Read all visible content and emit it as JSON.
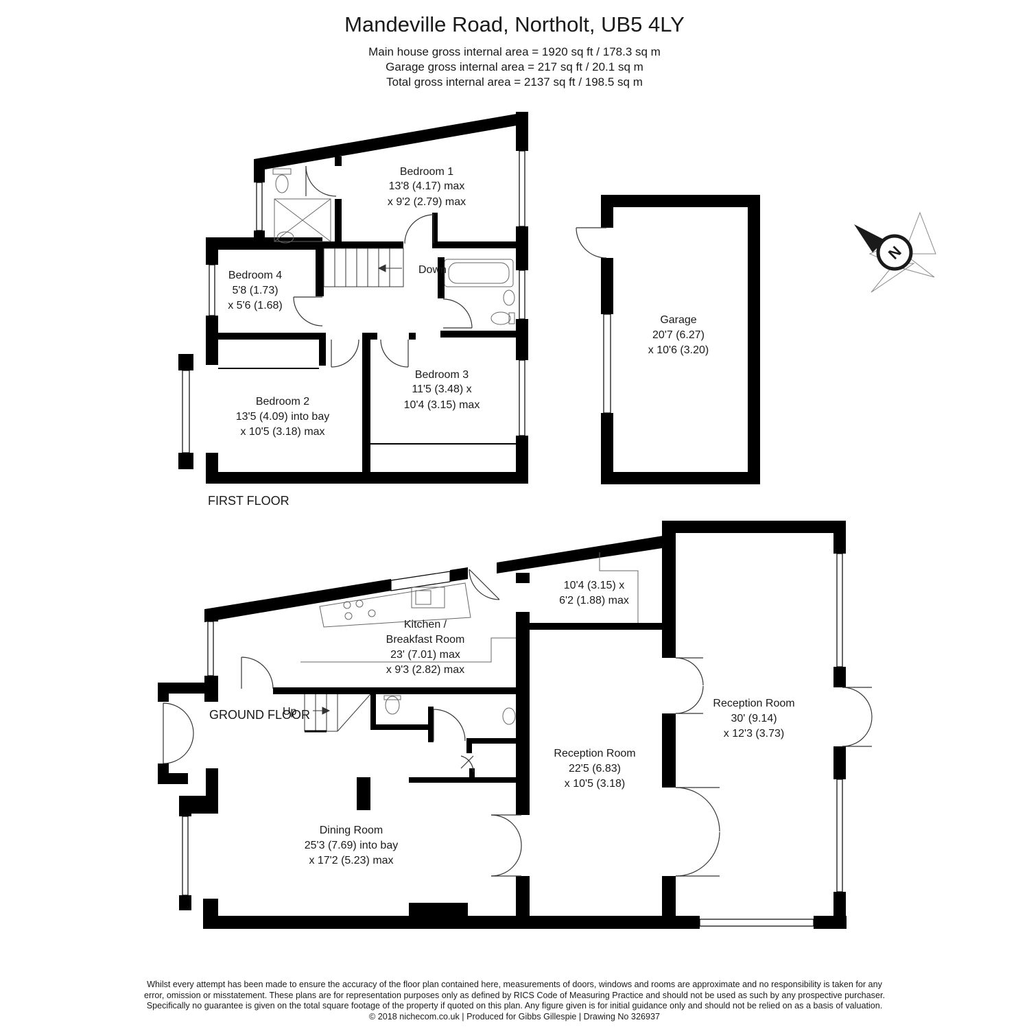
{
  "header": {
    "title": "Mandeville Road, Northolt, UB5 4LY",
    "main_house_area": "Main house gross internal area =  1920 sq ft / 178.3 sq m",
    "garage_area": "Garage gross internal area = 217 sq ft / 20.1 sq m",
    "total_area": "Total gross internal area =  2137 sq ft / 198.5 sq m"
  },
  "floors": {
    "first": "FIRST FLOOR",
    "ground": "GROUND FLOOR"
  },
  "rooms": {
    "bedroom1": {
      "name": "Bedroom 1",
      "dim1": "13'8 (4.17) max",
      "dim2": "x 9'2 (2.79) max"
    },
    "bedroom4": {
      "name": "Bedroom 4",
      "dim1": "5'8 (1.73)",
      "dim2": "x 5'6 (1.68)"
    },
    "bedroom3": {
      "name": "Bedroom 3",
      "dim1": "11'5 (3.48) x",
      "dim2": "10'4 (3.15) max"
    },
    "bedroom2": {
      "name": "Bedroom 2",
      "dim1": "13'5 (4.09) into bay",
      "dim2": "x 10'5 (3.18) max"
    },
    "garage": {
      "name": "Garage",
      "dim1": "20'7 (6.27)",
      "dim2": "x 10'6 (3.20)"
    },
    "utility": {
      "dim1": "10'4 (3.15) x",
      "dim2": "6'2 (1.88) max"
    },
    "kitchen": {
      "name1": "Kitchen /",
      "name2": "Breakfast Room",
      "dim1": "23' (7.01) max",
      "dim2": "x 9'3 (2.82) max"
    },
    "dining": {
      "name": "Dining Room",
      "dim1": "25'3 (7.69) into bay",
      "dim2": "x 17'2 (5.23) max"
    },
    "reception1": {
      "name": "Reception Room",
      "dim1": "22'5 (6.83)",
      "dim2": "x 10'5 (3.18)"
    },
    "reception2": {
      "name": "Reception Room",
      "dim1": "30' (9.14)",
      "dim2": "x 12'3 (3.73)"
    }
  },
  "stairs": {
    "down": "Down",
    "up": "Up"
  },
  "compass": {
    "label": "N"
  },
  "disclaimer": {
    "line1": "Whilst every attempt has been made to ensure the accuracy of the floor plan contained here, measurements of doors, windows and rooms are approximate and no responsibility is taken for any",
    "line2": "error, omission or misstatement. These plans are for representation purposes only as defined by RICS Code of Measuring Practice and should not be used as such by any prospective purchaser.",
    "line3": "Specifically no guarantee is given on the total square footage of the property if quoted on this plan. Any figure given is for initial guidance only and should not be relied on as a basis of valuation.",
    "footer": "© 2018 nichecom.co.uk  |  Produced for Gibbs Gillespie  |  Drawing No 326937"
  },
  "colors": {
    "wall": "#000000",
    "text": "#1a1a1a",
    "fixture": "#666666",
    "compass_fill": "#1a1a1a"
  }
}
